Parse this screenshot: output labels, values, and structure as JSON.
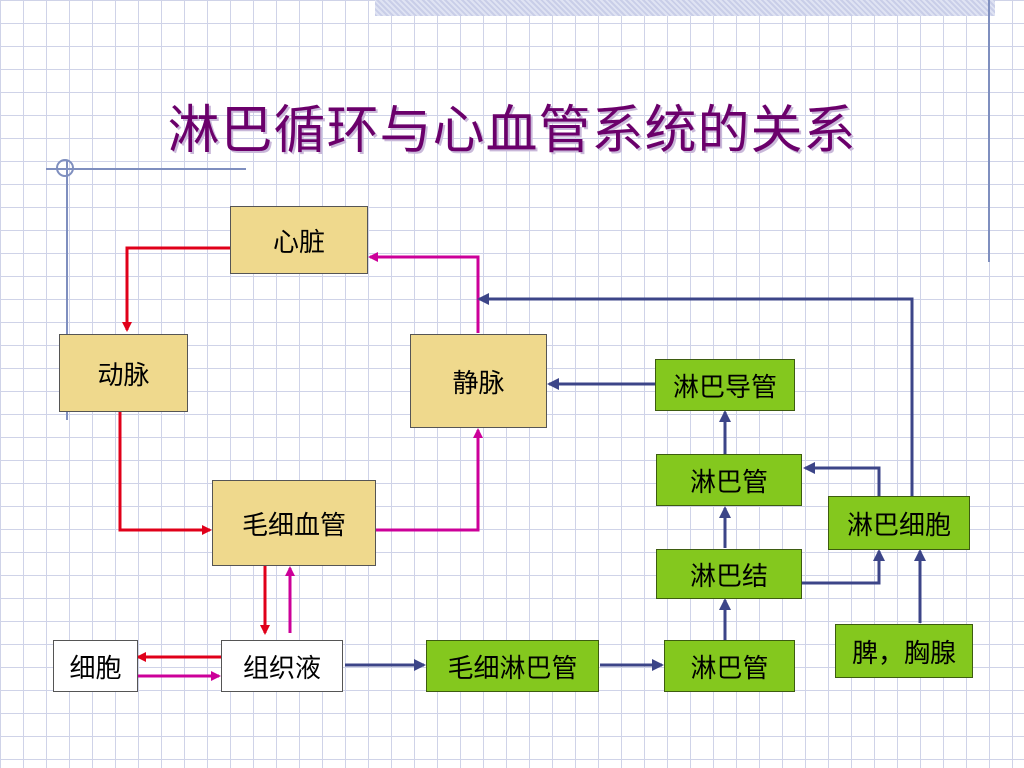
{
  "title": "淋巴循环与心血管系统的关系",
  "nodes": {
    "heart": "心脏",
    "artery": "动脉",
    "vein": "静脉",
    "capillary": "毛细血管",
    "cell": "细胞",
    "tissue_fluid": "组织液",
    "lymph_capillary": "毛细淋巴管",
    "lymph_vessel_bottom": "淋巴管",
    "lymph_node": "淋巴结",
    "lymph_vessel_top": "淋巴管",
    "lymph_duct": "淋巴导管",
    "lymphocyte": "淋巴细胞",
    "spleen_thymus": "脾，胸腺"
  },
  "colors": {
    "title": "#6b006b",
    "red_arrow": "#e0001a",
    "magenta_arrow": "#cc0099",
    "navy_arrow": "#3c4588",
    "tan_box": "#efd98d",
    "green_box": "#84c81e"
  }
}
